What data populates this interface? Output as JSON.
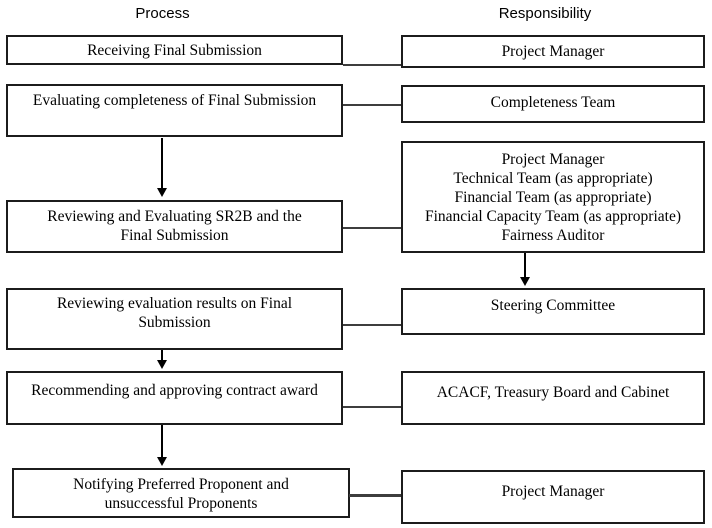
{
  "headers": {
    "process": "Process",
    "responsibility": "Responsibility"
  },
  "colors": {
    "box_border": "#1c1c1c",
    "connector": "#3d3d3d",
    "arrow": "#000000",
    "text": "#000000",
    "background": "#ffffff"
  },
  "flow": {
    "process_boxes": [
      {
        "id": "receiving-final-submission",
        "text": "Receiving Final Submission"
      },
      {
        "id": "evaluating-completeness",
        "text": "Evaluating completeness of Final Submission"
      },
      {
        "id": "reviewing-evaluating-sr2b",
        "text": "Reviewing and Evaluating SR2B and the\nFinal Submission"
      },
      {
        "id": "reviewing-evaluation-results",
        "text": "Reviewing evaluation results on Final\nSubmission"
      },
      {
        "id": "recommending-approving",
        "text": "Recommending and approving contract award"
      },
      {
        "id": "notifying-proponents",
        "text": "Notifying Preferred Proponent and\nunsuccessful Proponents"
      }
    ],
    "responsibility_boxes": [
      {
        "id": "project-manager-1",
        "text": "Project Manager"
      },
      {
        "id": "completeness-team",
        "text": "Completeness Team"
      },
      {
        "id": "evaluation-teams",
        "text": "Project Manager\nTechnical Team (as appropriate)\nFinancial Team (as appropriate)\nFinancial Capacity Team (as appropriate)\nFairness Auditor"
      },
      {
        "id": "steering-committee",
        "text": "Steering Committee"
      },
      {
        "id": "acacf-treasury-cabinet",
        "text": "ACACF, Treasury Board and Cabinet"
      },
      {
        "id": "project-manager-2",
        "text": "Project Manager"
      }
    ]
  }
}
